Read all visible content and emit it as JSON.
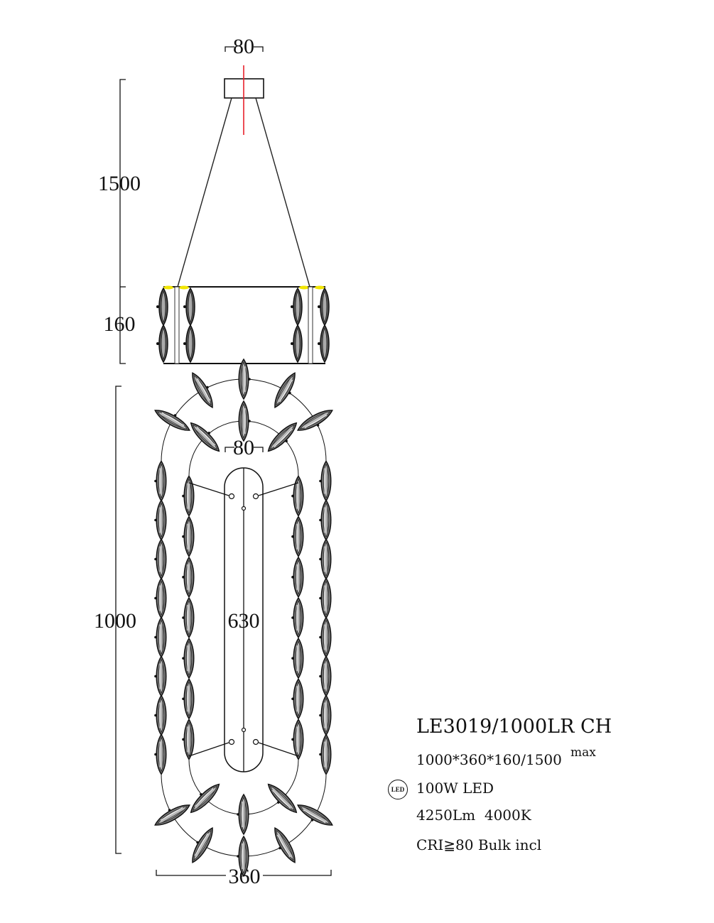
{
  "drawing": {
    "side_view": {
      "canopy_width_label": "80",
      "suspension_height_label": "1500",
      "body_height_label": "160"
    },
    "top_view": {
      "length_label": "1000",
      "width_label": "360",
      "plate_width_label": "80",
      "plate_length_label": "630"
    },
    "colors": {
      "line": "#111111",
      "center_line": "#e8202a",
      "led_highlight": "#f2e600",
      "crystal_fill": "#6a6a6a"
    }
  },
  "spec": {
    "model": "LE3019/1000LR CH",
    "dimensions": "1000*360*160/1500",
    "dimensions_suffix": "max",
    "led_icon": "LED",
    "power": "100W LED",
    "lumen_cct": "4250Lm  4000K",
    "cri": "CRI≧80 Bulk incl"
  }
}
